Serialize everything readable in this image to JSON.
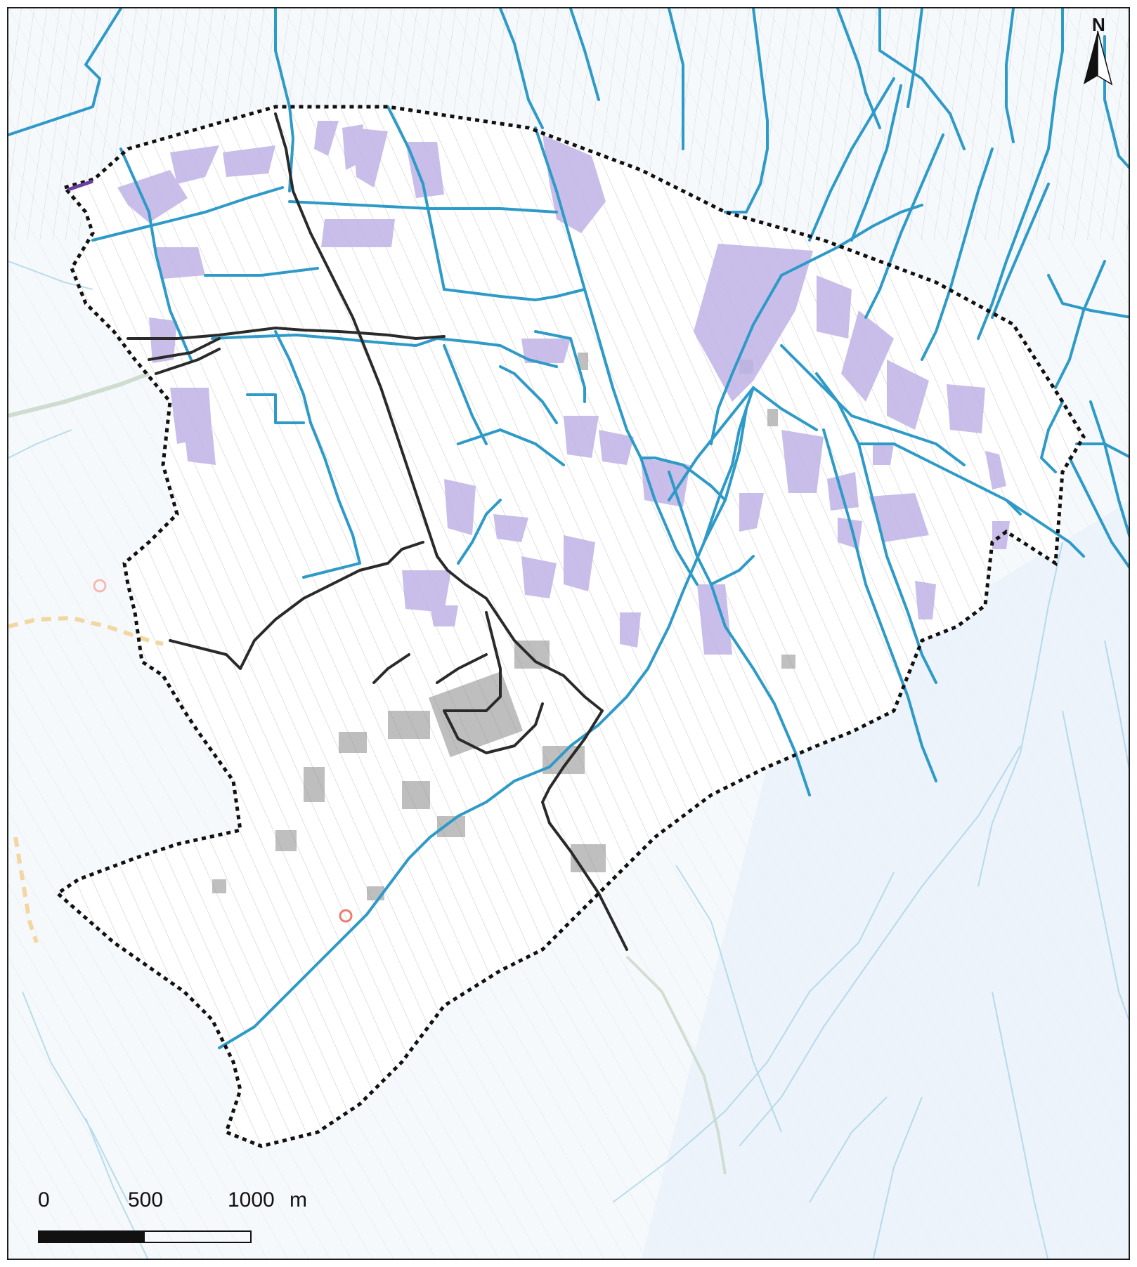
{
  "north_arrow": {
    "letter": "N"
  },
  "scale_bar": {
    "labels": [
      "0",
      "500",
      "1000",
      "m"
    ]
  },
  "colors": {
    "parcel_line": "#bdbdbd",
    "waterway": "#2e9ac7",
    "waterway_faint": "#a9d4e7",
    "road": "#2a2a2a",
    "boundary": "#111111",
    "field_fill": "#bfb3e6",
    "building": "#8a8a8a",
    "outside_wash": "#eaf2f8",
    "highlight_circle": "#ee7b73",
    "dashed_trail": "#f2d7a3"
  }
}
